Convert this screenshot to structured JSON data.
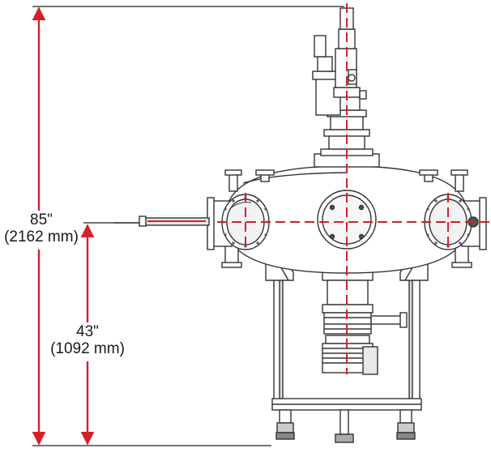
{
  "dimensions": {
    "total_height": {
      "imperial": "85\"",
      "metric": "(2162 mm)"
    },
    "port_height": {
      "imperial": "43\"",
      "metric": "(1092 mm)"
    }
  },
  "colors": {
    "dimension_line": "#d4202a",
    "outline": "#333333",
    "centerline": "#d4202a",
    "label_text": "#1a1a1a"
  }
}
